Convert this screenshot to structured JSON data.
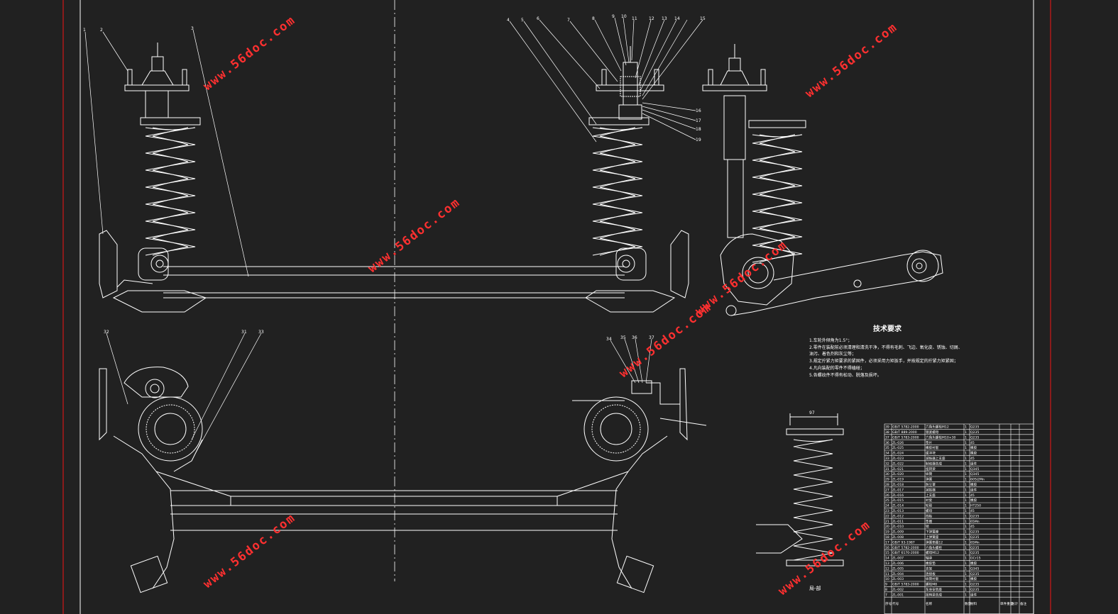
{
  "watermark": {
    "text": "www.56doc.com",
    "color": "#ff3030"
  },
  "colors": {
    "background": "#212121",
    "line": "#ffffff",
    "border": "#d01818"
  },
  "tech_requirements": {
    "title": "技术要求",
    "items": [
      "1.车轮外倾角为1.5°；",
      "2.零件在装配前必须清理和清洗干净，不得有毛刺、飞边、氧化皮、锈蚀、切屑、",
      "油污、着色剂和灰尘等；",
      "3.规定拧紧力矩要求的紧固件，必须采用力矩扳手，并按规定的拧紧力矩紧固；",
      "4.凡向装配的零件不得磕碰；",
      "5.各螺纹件不得有松动、脱落及损坏。"
    ]
  },
  "view_labels": {
    "detail_view": "局-部",
    "dimension_top": "97"
  },
  "callouts": {
    "top_left": [
      "1",
      "2",
      "3"
    ],
    "top_right": [
      "4",
      "5",
      "6",
      "7",
      "8",
      "9",
      "10",
      "11",
      "12",
      "13",
      "14",
      "15"
    ],
    "side_right": [
      "16",
      "17",
      "18",
      "19"
    ],
    "bottom_left": [
      "32",
      "31",
      "33"
    ],
    "bottom_right": [
      "34",
      "35",
      "36",
      "37"
    ]
  },
  "parts_table": {
    "rows": [
      [
        "39",
        "GB/T 5782-2000",
        "六角头螺栓M12",
        "1",
        "Q235"
      ],
      [
        "38",
        "GB/T 889-2000",
        "锁紧螺母",
        "1",
        "Q235"
      ],
      [
        "37",
        "GB/T 5783-2000",
        "六角头螺栓M10×30",
        "1",
        "Q235"
      ],
      [
        "36",
        "ZL-026",
        "垫片",
        "1",
        "45"
      ],
      [
        "35",
        "ZL-025",
        "橡胶衬套",
        "1",
        "橡胶"
      ],
      [
        "34",
        "ZL-024",
        "缓冲块",
        "1",
        "橡胶"
      ],
      [
        "33",
        "ZL-023",
        "减振器上支座",
        "1",
        "45"
      ],
      [
        "32",
        "ZL-022",
        "制动器总成",
        "1",
        "组件"
      ],
      [
        "31",
        "ZL-021",
        "扭转梁",
        "1",
        "Q345"
      ],
      [
        "30",
        "ZL-020",
        "纵臂",
        "1",
        "Q345"
      ],
      [
        "29",
        "ZL-019",
        "弹簧",
        "1",
        "60Si2Mn"
      ],
      [
        "28",
        "ZL-018",
        "防尘罩",
        "1",
        "橡胶"
      ],
      [
        "27",
        "ZL-017",
        "减振器",
        "1",
        "组件"
      ],
      [
        "26",
        "ZL-016",
        "上支座",
        "1",
        "45"
      ],
      [
        "25",
        "ZL-015",
        "衬套",
        "1",
        "橡胶"
      ],
      [
        "24",
        "ZL-014",
        "轮毂",
        "1",
        "HT250"
      ],
      [
        "23",
        "ZL-013",
        "螺母",
        "1",
        "45"
      ],
      [
        "22",
        "ZL-012",
        "挡板",
        "1",
        "Q235"
      ],
      [
        "21",
        "ZL-011",
        "垫圈",
        "1",
        "65Mn"
      ],
      [
        "20",
        "ZL-010",
        "销",
        "1",
        "45"
      ],
      [
        "19",
        "ZL-009",
        "下弹簧座",
        "1",
        "Q235"
      ],
      [
        "18",
        "ZL-008",
        "上弹簧座",
        "1",
        "Q235"
      ],
      [
        "17",
        "GB/T 93-1987",
        "弹簧垫圈12",
        "1",
        "65Mn"
      ],
      [
        "16",
        "GB/T 5782-2000",
        "六角头螺栓",
        "1",
        "Q235"
      ],
      [
        "15",
        "GB/T 6170-2000",
        "螺母M12",
        "1",
        "Q235"
      ],
      [
        "14",
        "ZL-007",
        "轴承",
        "1",
        "GCr15"
      ],
      [
        "13",
        "ZL-006",
        "橡胶垫",
        "1",
        "橡胶"
      ],
      [
        "12",
        "ZL-005",
        "支架",
        "1",
        "Q345"
      ],
      [
        "11",
        "ZL-004",
        "连接板",
        "1",
        "Q235"
      ],
      [
        "10",
        "ZL-003",
        "纵臂衬套",
        "1",
        "橡胶"
      ],
      [
        "9",
        "GB/T 5783-2000",
        "螺栓M8",
        "1",
        "Q235"
      ],
      [
        "8",
        "ZL-002",
        "车身安装座",
        "1",
        "Q235"
      ],
      [
        "7",
        "ZL-001",
        "扭转梁总成",
        "1",
        "组件"
      ]
    ],
    "header": [
      "序号",
      "代号",
      "名称",
      "数量",
      "材料",
      "单件重量",
      "总计",
      "备注"
    ]
  }
}
